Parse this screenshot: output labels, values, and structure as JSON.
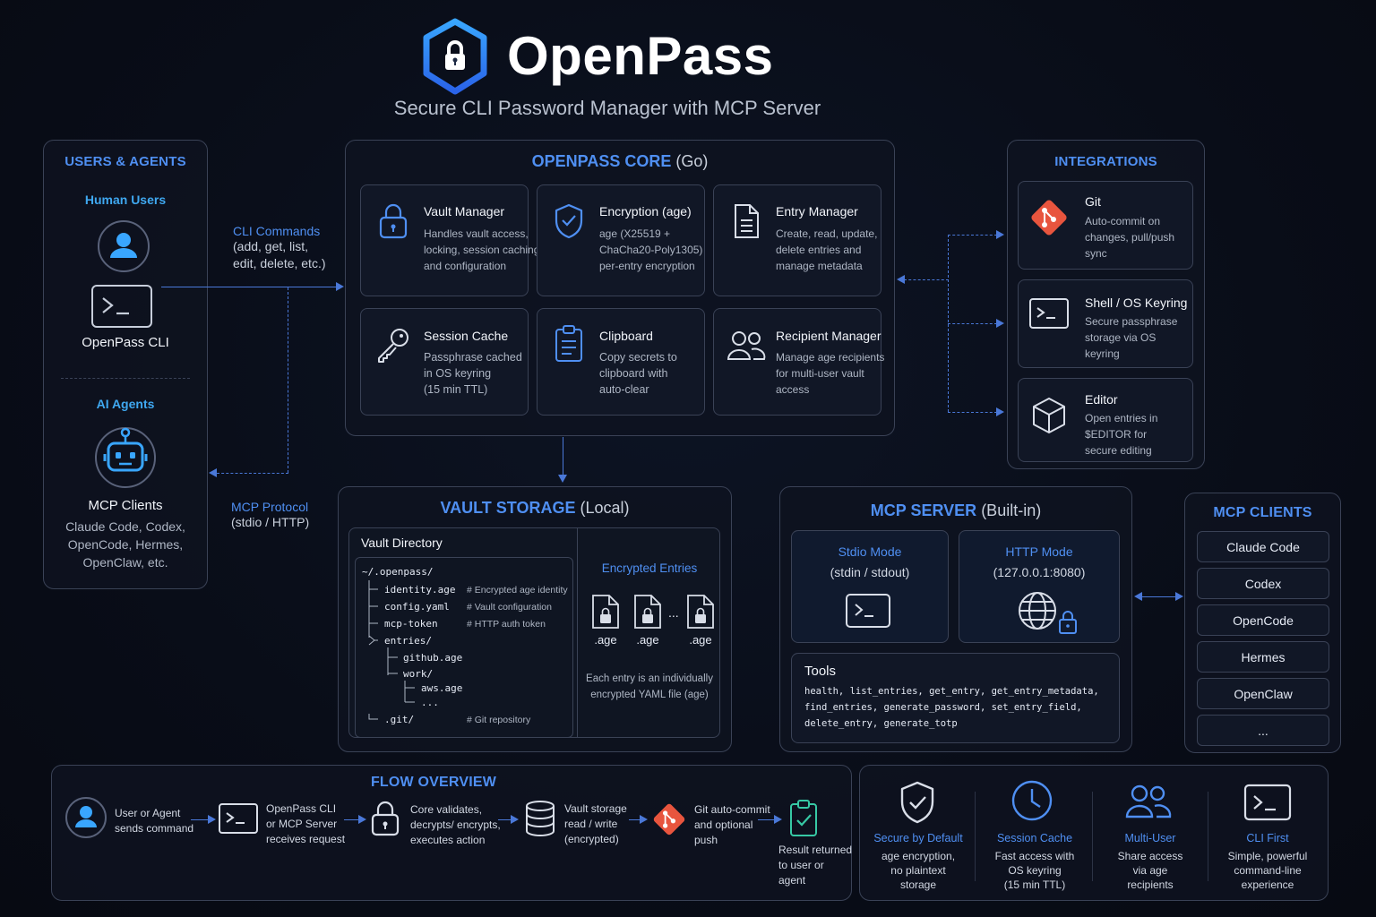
{
  "header": {
    "title": "OpenPass",
    "subtitle": "Secure CLI Password Manager with MCP Server"
  },
  "users_agents": {
    "heading": "USERS & AGENTS",
    "human_heading": "Human Users",
    "cli_label": "OpenPass CLI",
    "ai_heading": "AI Agents",
    "mcp_clients_label": "MCP Clients",
    "mcp_clients_desc": [
      "Claude Code, Codex,",
      "OpenCode, Hermes,",
      "OpenClaw, etc."
    ]
  },
  "connectors": {
    "cli_commands_title": "CLI Commands",
    "cli_commands_desc": [
      "(add, get, list,",
      "edit, delete, etc.)"
    ],
    "mcp_protocol_title": "MCP Protocol",
    "mcp_protocol_desc": "(stdio / HTTP)"
  },
  "core": {
    "heading": "OPENPASS CORE",
    "heading_suffix": "(Go)",
    "cards": [
      {
        "title": "Vault Manager",
        "icon": "padlock-icon",
        "desc": [
          "Handles vault access,",
          "locking, session caching",
          "and configuration"
        ]
      },
      {
        "title": "Encryption (age)",
        "icon": "shield-check-icon",
        "desc": [
          "age (X25519 +",
          "ChaCha20-Poly1305)",
          "per-entry encryption"
        ]
      },
      {
        "title": "Entry Manager",
        "icon": "document-icon",
        "desc": [
          "Create, read, update,",
          "delete entries and",
          "manage metadata"
        ]
      },
      {
        "title": "Session Cache",
        "icon": "key-icon",
        "desc": [
          "Passphrase cached",
          "in OS keyring",
          "(15 min TTL)"
        ]
      },
      {
        "title": "Clipboard",
        "icon": "clipboard-icon",
        "desc": [
          "Copy secrets to",
          "clipboard with",
          "auto-clear"
        ]
      },
      {
        "title": "Recipient Manager",
        "icon": "users-icon",
        "desc": [
          "Manage age recipients",
          "for multi-user vault",
          "access"
        ]
      }
    ]
  },
  "integrations": {
    "heading": "INTEGRATIONS",
    "items": [
      {
        "title": "Git",
        "icon": "git-icon",
        "desc": [
          "Auto-commit on",
          "changes, pull/push",
          "sync"
        ]
      },
      {
        "title": "Shell / OS Keyring",
        "icon": "terminal-icon",
        "desc": [
          "Secure passphrase",
          "storage via OS",
          "keyring"
        ]
      },
      {
        "title": "Editor",
        "icon": "cube-icon",
        "desc": [
          "Open entries in",
          "$EDITOR for",
          "secure editing"
        ]
      }
    ]
  },
  "vault_storage": {
    "heading": "VAULT STORAGE",
    "heading_suffix": "(Local)",
    "directory_title": "Vault Directory",
    "tree": [
      {
        "text": "~/.openpass/",
        "comment": ""
      },
      {
        "text": "identity.age",
        "comment": "# Encrypted age identity"
      },
      {
        "text": "config.yaml",
        "comment": "# Vault configuration"
      },
      {
        "text": "mcp-token",
        "comment": "# HTTP auth token"
      },
      {
        "text": "entries/",
        "comment": ""
      },
      {
        "text": "github.age",
        "comment": ""
      },
      {
        "text": "work/",
        "comment": ""
      },
      {
        "text": "aws.age",
        "comment": ""
      },
      {
        "text": "...",
        "comment": ""
      },
      {
        "text": ".git/",
        "comment": "# Git repository"
      }
    ],
    "encrypted_title": "Encrypted Entries",
    "file_label": ".age",
    "ellipsis": "...",
    "encrypted_desc": [
      "Each entry is an individually",
      "encrypted YAML file (age)"
    ]
  },
  "mcp_server": {
    "heading": "MCP SERVER",
    "heading_suffix": "(Built-in)",
    "stdio_title": "Stdio Mode",
    "stdio_sub": "(stdin / stdout)",
    "http_title": "HTTP Mode",
    "http_sub": "(127.0.0.1:8080)",
    "tools_title": "Tools",
    "tools_lines": [
      "health, list_entries, get_entry, get_entry_metadata,",
      "find_entries, generate_password, set_entry_field,",
      "delete_entry, generate_totp"
    ]
  },
  "mcp_clients": {
    "heading": "MCP CLIENTS",
    "items": [
      "Claude Code",
      "Codex",
      "OpenCode",
      "Hermes",
      "OpenClaw",
      "..."
    ]
  },
  "flow": {
    "heading": "FLOW OVERVIEW",
    "steps": [
      {
        "icon": "user-icon",
        "lines": [
          "User or Agent",
          "sends command"
        ]
      },
      {
        "icon": "terminal-icon",
        "lines": [
          "OpenPass CLI",
          "or MCP Server",
          "receives request"
        ]
      },
      {
        "icon": "padlock-icon",
        "lines": [
          "Core validates,",
          "decrypts/ encrypts,",
          "executes action"
        ]
      },
      {
        "icon": "database-icon",
        "lines": [
          "Vault storage",
          "read / write",
          "(encrypted)"
        ]
      },
      {
        "icon": "git-icon",
        "lines": [
          "Git auto-commit",
          "and optional",
          "push"
        ]
      },
      {
        "icon": "clipboard-check-icon",
        "lines": [
          "Result returned",
          "to user or",
          "agent"
        ]
      }
    ]
  },
  "features": [
    {
      "title": "Secure by Default",
      "icon": "shield-check-icon",
      "desc": [
        "age encryption,",
        "no plaintext",
        "storage"
      ]
    },
    {
      "title": "Session Cache",
      "icon": "clock-icon",
      "desc": [
        "Fast access with",
        "OS keyring",
        "(15 min TTL)"
      ]
    },
    {
      "title": "Multi-User",
      "icon": "users-icon",
      "desc": [
        "Share access",
        "via age",
        "recipients"
      ]
    },
    {
      "title": "CLI First",
      "icon": "terminal-icon",
      "desc": [
        "Simple, powerful",
        "command-line",
        "experience"
      ]
    }
  ],
  "colors": {
    "accent": "#4f8ff2",
    "git": "#e8553e",
    "success": "#37c9a5",
    "background": "#090d18"
  }
}
